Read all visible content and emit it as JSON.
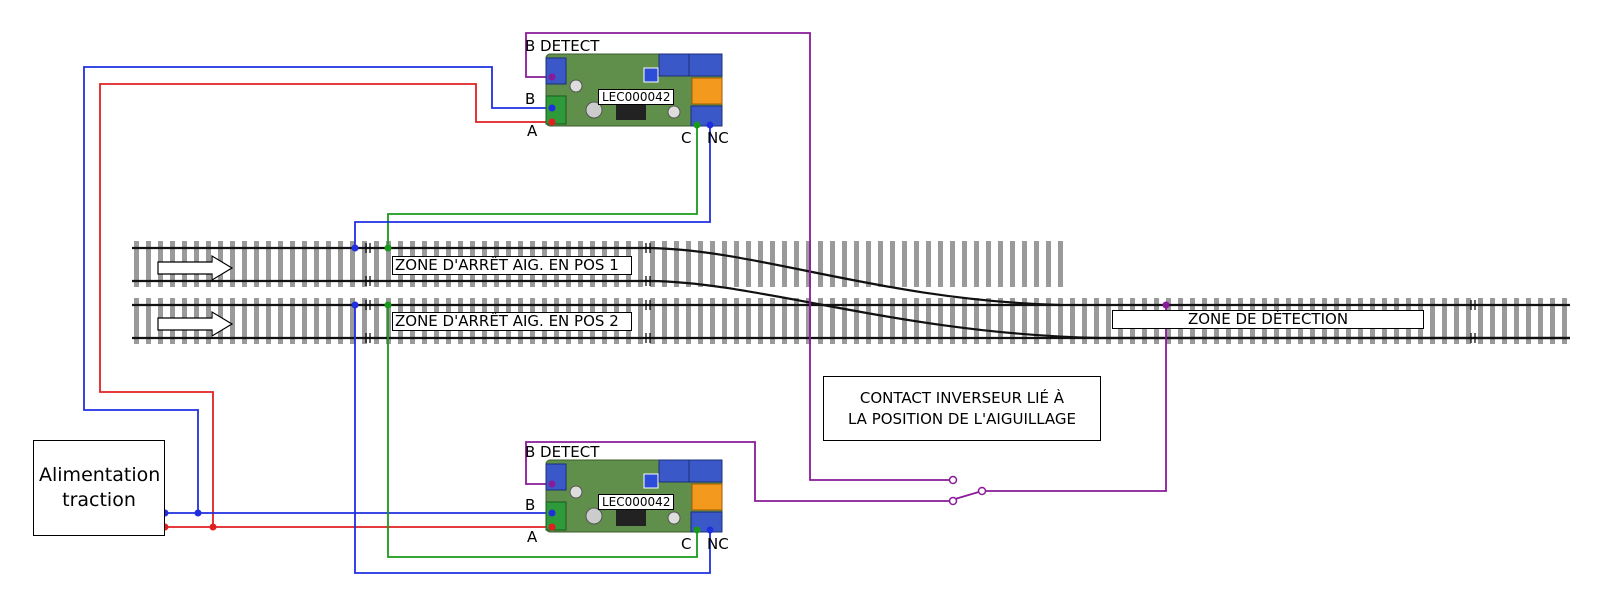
{
  "power_supply": {
    "label": "Alimentation traction"
  },
  "modules": [
    {
      "b_detect": "B DETECT",
      "label_b": "B",
      "label_a": "A",
      "chip": "LEC000042",
      "label_c": "C",
      "label_nc": "NC"
    },
    {
      "b_detect": "B DETECT",
      "label_b": "B",
      "label_a": "A",
      "chip": "LEC000042",
      "label_c": "C",
      "label_nc": "NC"
    }
  ],
  "zones": {
    "pos1": "ZONE D'ARRÊT AIG. EN POS 1",
    "pos2": "ZONE D'ARRÊT AIG. EN POS 2",
    "detection": "ZONE DE DÉTECTION"
  },
  "contact_note": {
    "line1": "CONTACT INVERSEUR LIÉ À",
    "line2": "LA POSITION DE L'AIGUILLAGE"
  },
  "colors": {
    "wire_b": "#1f2fe0",
    "wire_a": "#e02020",
    "wire_c": "#1a9a1a",
    "wire_detect": "#8a1a9a",
    "rail": "#111111",
    "sleeper": "#9a9a9a"
  }
}
